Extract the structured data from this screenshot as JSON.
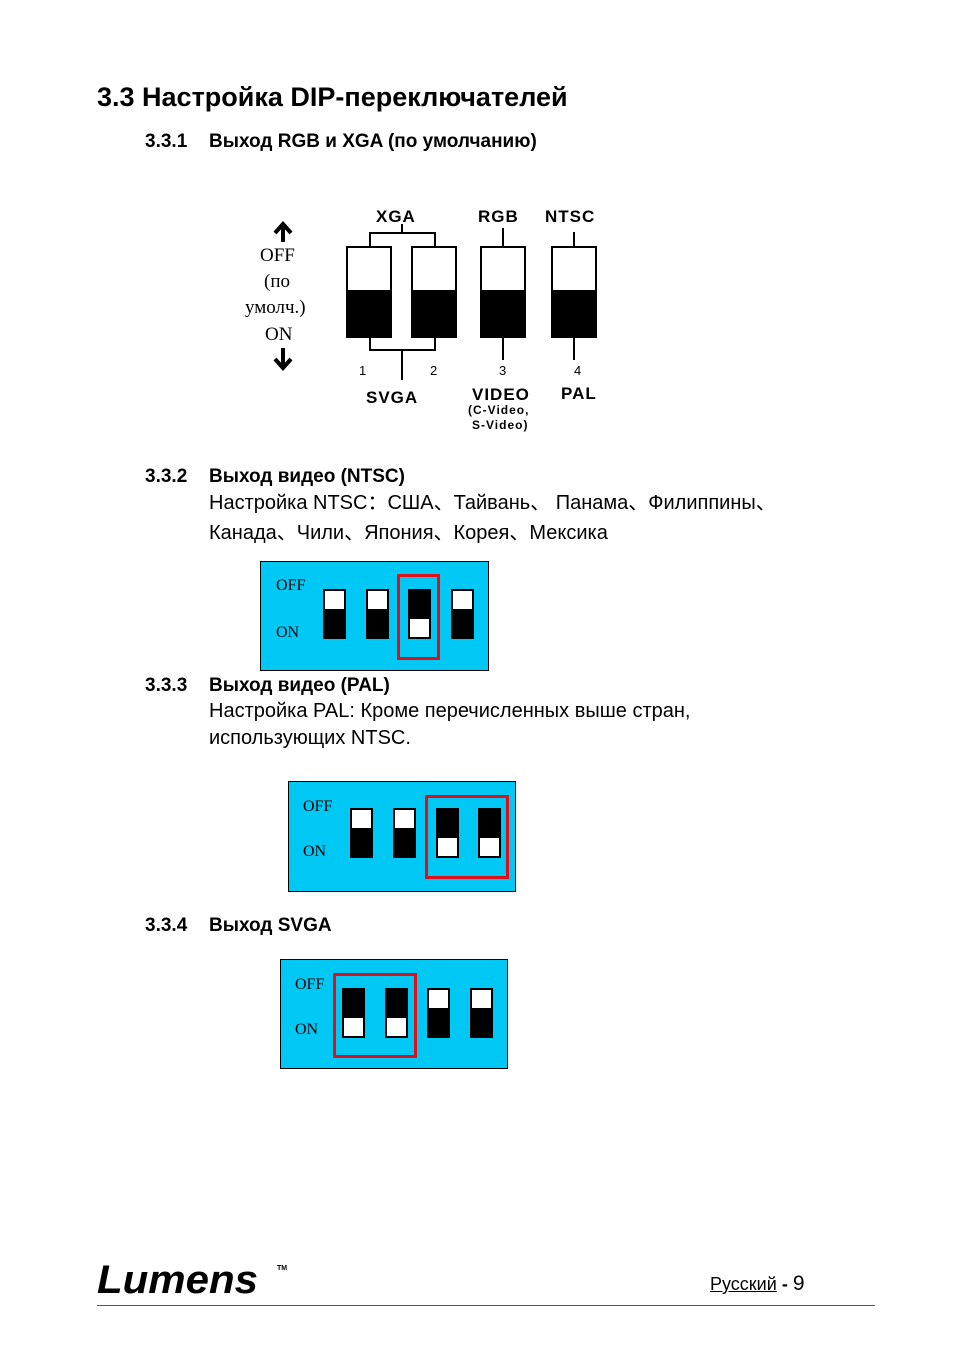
{
  "section": {
    "title": "3.3 Настройка DIP-переключателей"
  },
  "sub1": {
    "num": "3.3.1",
    "title": "Выход RGB и XGA (по умолчанию)",
    "diagram": {
      "off": "OFF",
      "default_1": "(по",
      "default_2": "умолч.)",
      "on": "ON",
      "top_xga": "XGA",
      "top_rgb": "RGB",
      "top_ntsc": "NTSC",
      "n1": "1",
      "n2": "2",
      "n3": "3",
      "n4": "4",
      "bot_svga": "SVGA",
      "bot_video": "VIDEO",
      "bot_pal": "PAL",
      "bot_cvideo": "(C-Video,",
      "bot_svideo": "S-Video)"
    }
  },
  "sub2": {
    "num": "3.3.2",
    "title": "Выход видео (NTSC)",
    "line1": "Настройка NTSC：США、Тайвань、 Панама、Филиппины、",
    "line2": "Канада、Чили、Япония、Корея、Мексика",
    "switch": {
      "off": "OFF",
      "on": "ON",
      "states": [
        "OFF",
        "OFF",
        "ON",
        "OFF"
      ]
    }
  },
  "sub3": {
    "num": "3.3.3",
    "title": "Выход видео (PAL)",
    "line1": "Настройка PAL: Кроме перечисленных выше стран,",
    "line2": "использующих NTSC.",
    "switch": {
      "off": "OFF",
      "on": "ON",
      "states": [
        "OFF",
        "OFF",
        "ON",
        "ON"
      ]
    }
  },
  "sub4": {
    "num": "3.3.4",
    "title": "Выход SVGA",
    "switch": {
      "off": "OFF",
      "on": "ON",
      "states": [
        "ON",
        "ON",
        "OFF",
        "OFF"
      ]
    }
  },
  "footer": {
    "logo": "Lumens",
    "tm": "TM",
    "lang": "Русский",
    "sep": "-",
    "page": "9"
  },
  "colors": {
    "switch_bg": "#00c8f5",
    "highlight": "#e0101a"
  }
}
